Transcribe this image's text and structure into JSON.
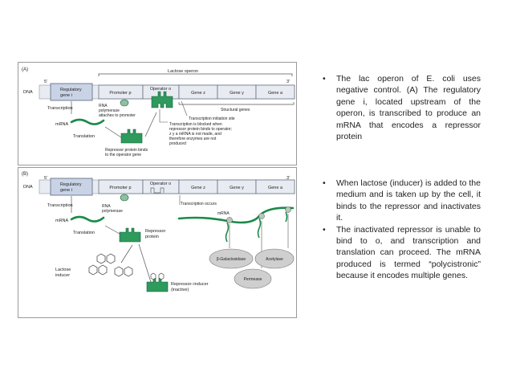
{
  "panel_a": {
    "tag": "(A)",
    "operon_label": "Lactose operon",
    "five_prime": "5′",
    "three_prime": "3′",
    "dna": "DNA",
    "regulatory_gene_line1": "Regulatory",
    "regulatory_gene_line2": "gene i",
    "promoter": "Promoter p",
    "operator": "Operator o",
    "gene_z": "Gene z",
    "gene_y": "Gene y",
    "gene_a": "Gene a",
    "structural_genes": "Structural genes",
    "transcription_initiation_site": "Transcription initiation site",
    "transcription": "Transcription",
    "mrna": "mRNA",
    "translation": "Translation",
    "rna_polymerase_note": [
      "RNA",
      "polymerase",
      "attaches to promoter"
    ],
    "blocked_note": [
      "Transcription is blocked when",
      "repressor protein binds to operator;",
      "z y a mRNA is not made, and",
      "therefore enzymes are not",
      "produced"
    ],
    "repressor_binds_note": [
      "Repressor protein binds",
      "to the operator gene"
    ]
  },
  "panel_b": {
    "tag": "(B)",
    "five_prime": "5′",
    "three_prime": "3′",
    "dna": "DNA",
    "regulatory_gene_line1": "Regulatory",
    "regulatory_gene_line2": "gene i",
    "promoter": "Promoter p",
    "operator": "Operator o",
    "gene_z": "Gene z",
    "gene_y": "Gene y",
    "gene_a": "Gene a",
    "transcription": "Transcription",
    "mrna": "mRNA",
    "mrna_right": "mRNA",
    "translation": "Translation",
    "rna_polymerase": [
      "RNA",
      "polymerase"
    ],
    "transcription_occurs": "Transcription occurs",
    "repressor_protein": [
      "Repressor",
      "protein"
    ],
    "lactose_inducer": [
      "Lactose",
      "inducer"
    ],
    "repressor_inducer": [
      "Repressor–inducer",
      "(inactive)"
    ],
    "beta_galactosidase": "β-Galactosidase",
    "acetylase": "Acetylase",
    "permease": "Permease"
  },
  "bullets_top": [
    "The lac operon of E. coli uses negative control. (A) The regulatory gene i, located upstream of the operon, is transcribed to produce an mRNA that encodes a repressor protein"
  ],
  "bullets_bottom": [
    "When lactose (inducer) is added to the medium and is taken up by the cell, it binds to the repressor and inactivates it.",
    "The inactivated repressor is unable to bind to o, and transcription and translation can proceed. The mRNA produced is termed “polycistronic” because it encodes multiple genes."
  ],
  "bullet_symbol": "•",
  "colors": {
    "dna_strip": "#e8ecf2",
    "regulatory_box": "#c9d3e6",
    "mrna_green": "#1b8a4a",
    "repressor_green": "#2e9a5c",
    "enzyme_gray": "#cfcfcf"
  }
}
